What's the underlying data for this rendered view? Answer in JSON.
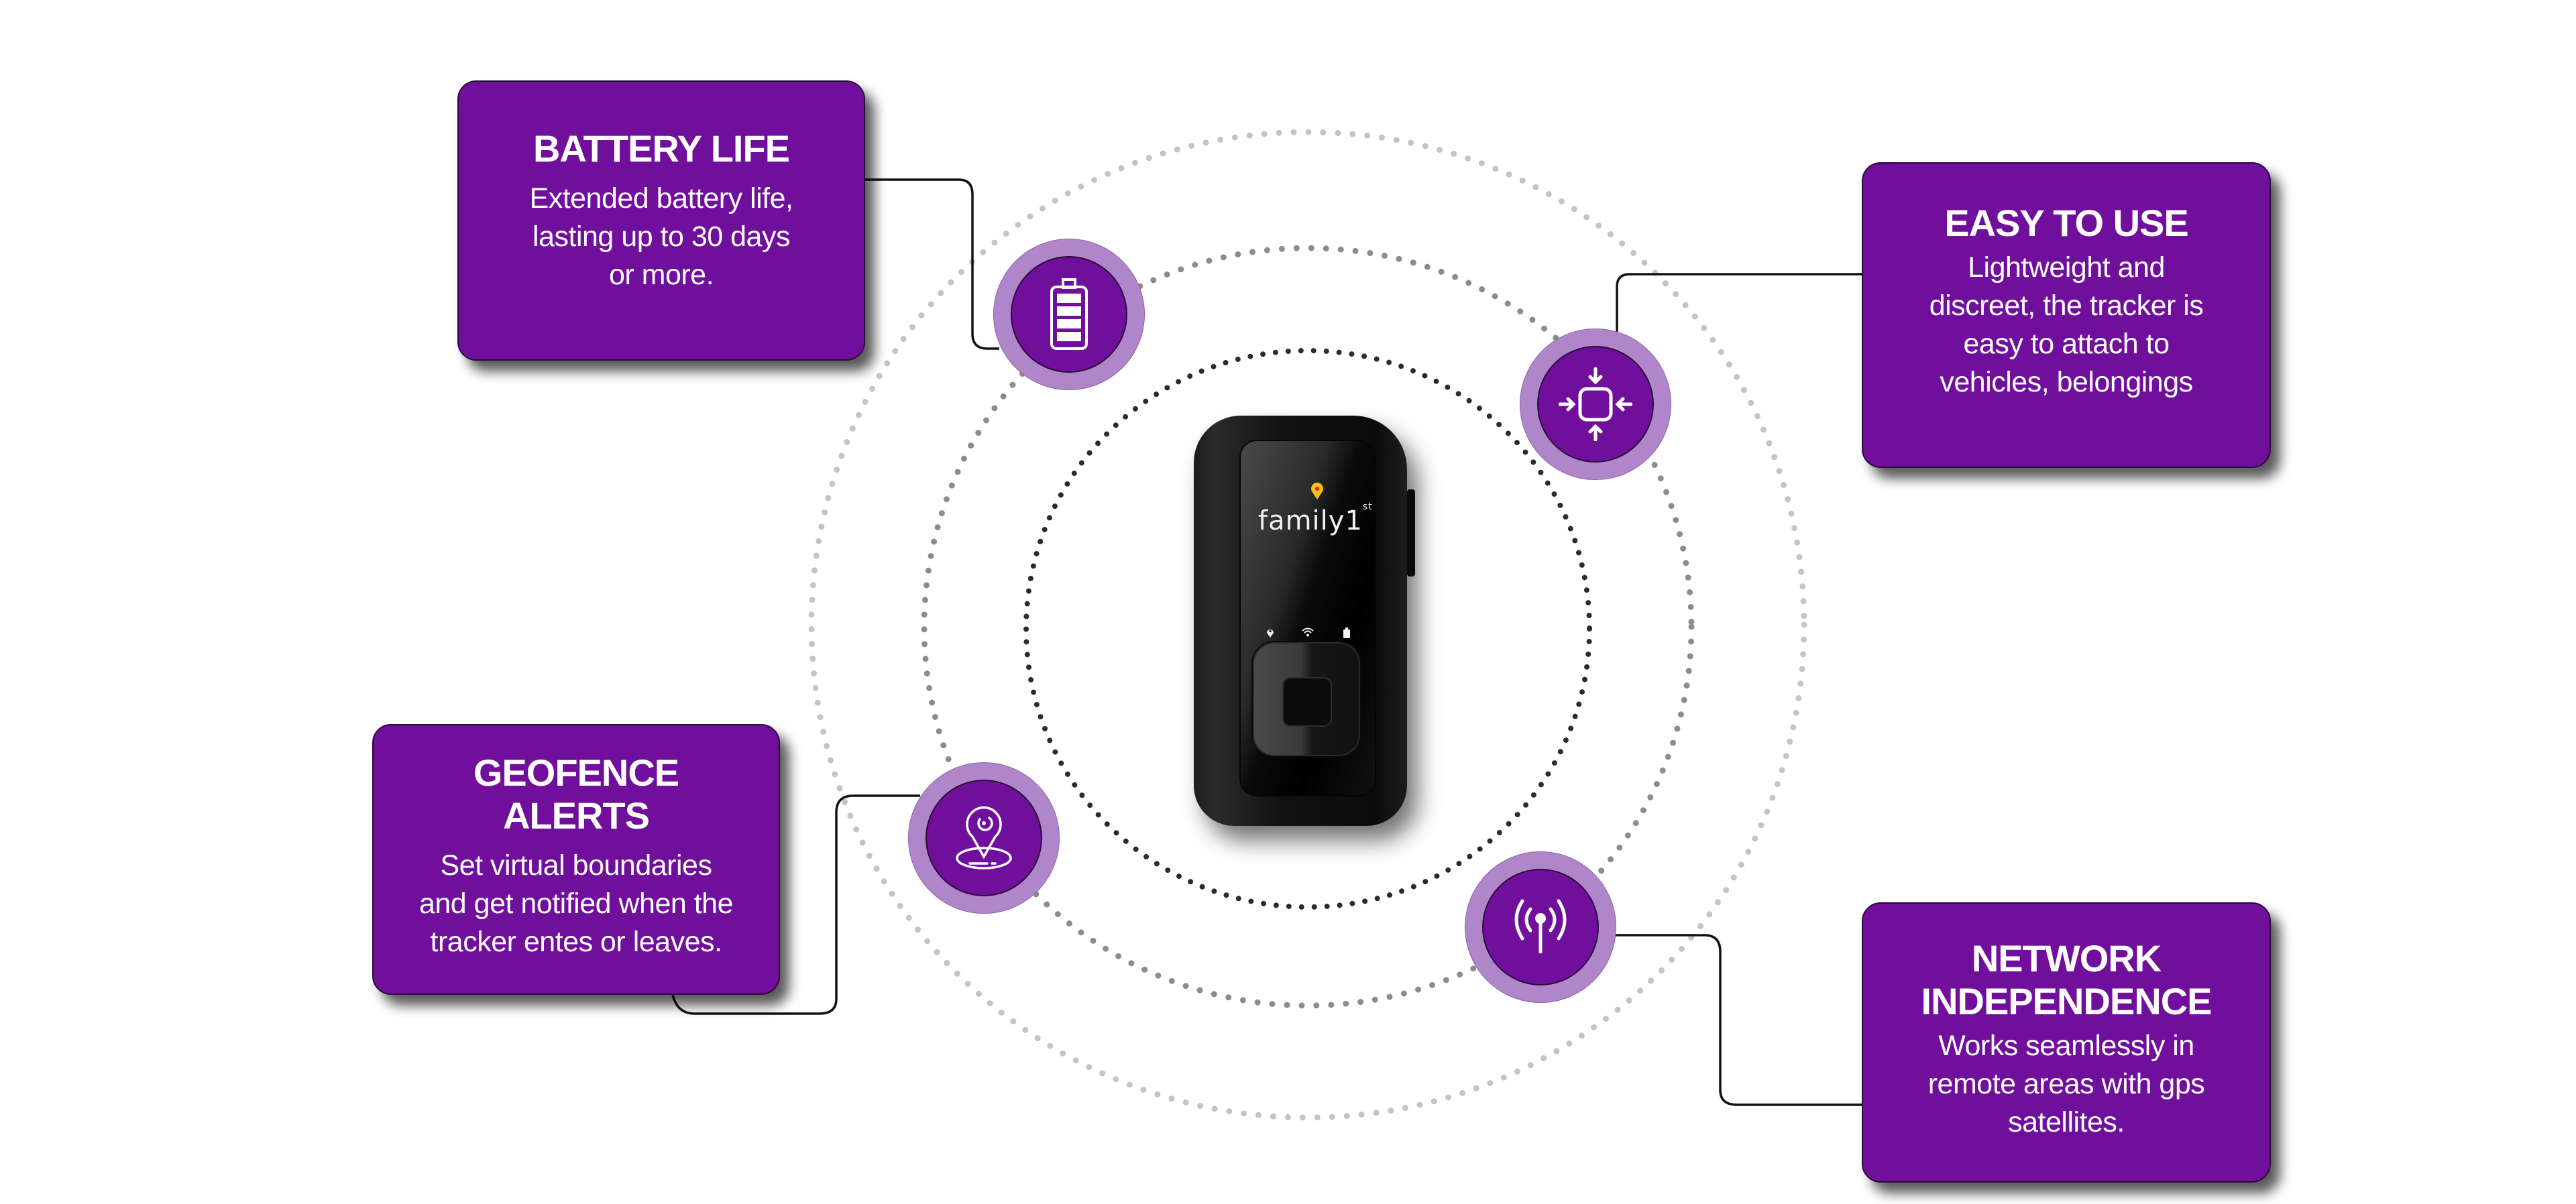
{
  "colors": {
    "card_fill": "#700f9b",
    "icon_ring": "#b086cb",
    "ring_inner": "#2b2b2b",
    "ring_middle": "#8c8c8c",
    "ring_outer": "#c4c4c4",
    "connector": "#111111",
    "led_green": "#3fb93a",
    "led_blue": "#2d8fe0",
    "led_red": "#e02020",
    "logo_pin": "#f2c21a"
  },
  "device": {
    "brand_text": "family1",
    "brand_superscript": "st",
    "status_leds": [
      {
        "icon": "location-pin-icon",
        "color": "#3fb93a"
      },
      {
        "icon": "wifi-icon",
        "color": "#2d8fe0"
      },
      {
        "icon": "battery-icon",
        "color": "#e02020"
      }
    ]
  },
  "features": {
    "battery": {
      "title": "BATTERY LIFE",
      "description": "Extended battery life,\nlasting up to 30 days\nor more.",
      "icon": "battery-full-icon"
    },
    "easy": {
      "title": "EASY TO USE",
      "description": "Lightweight and\ndiscreet, the tracker is\neasy to attach to\nvehicles, belongings",
      "icon": "compress-arrows-icon"
    },
    "geofence": {
      "title": "GEOFENCE\nALERTS",
      "description": "Set virtual boundaries\nand get notified when the\ntracker entes or leaves.",
      "icon": "geofence-pin-icon"
    },
    "network": {
      "title": "NETWORK\nINDEPENDENCE",
      "description": "Works seamlessly in\nremote areas with gps\nsatellites.",
      "icon": "antenna-signal-icon"
    }
  }
}
